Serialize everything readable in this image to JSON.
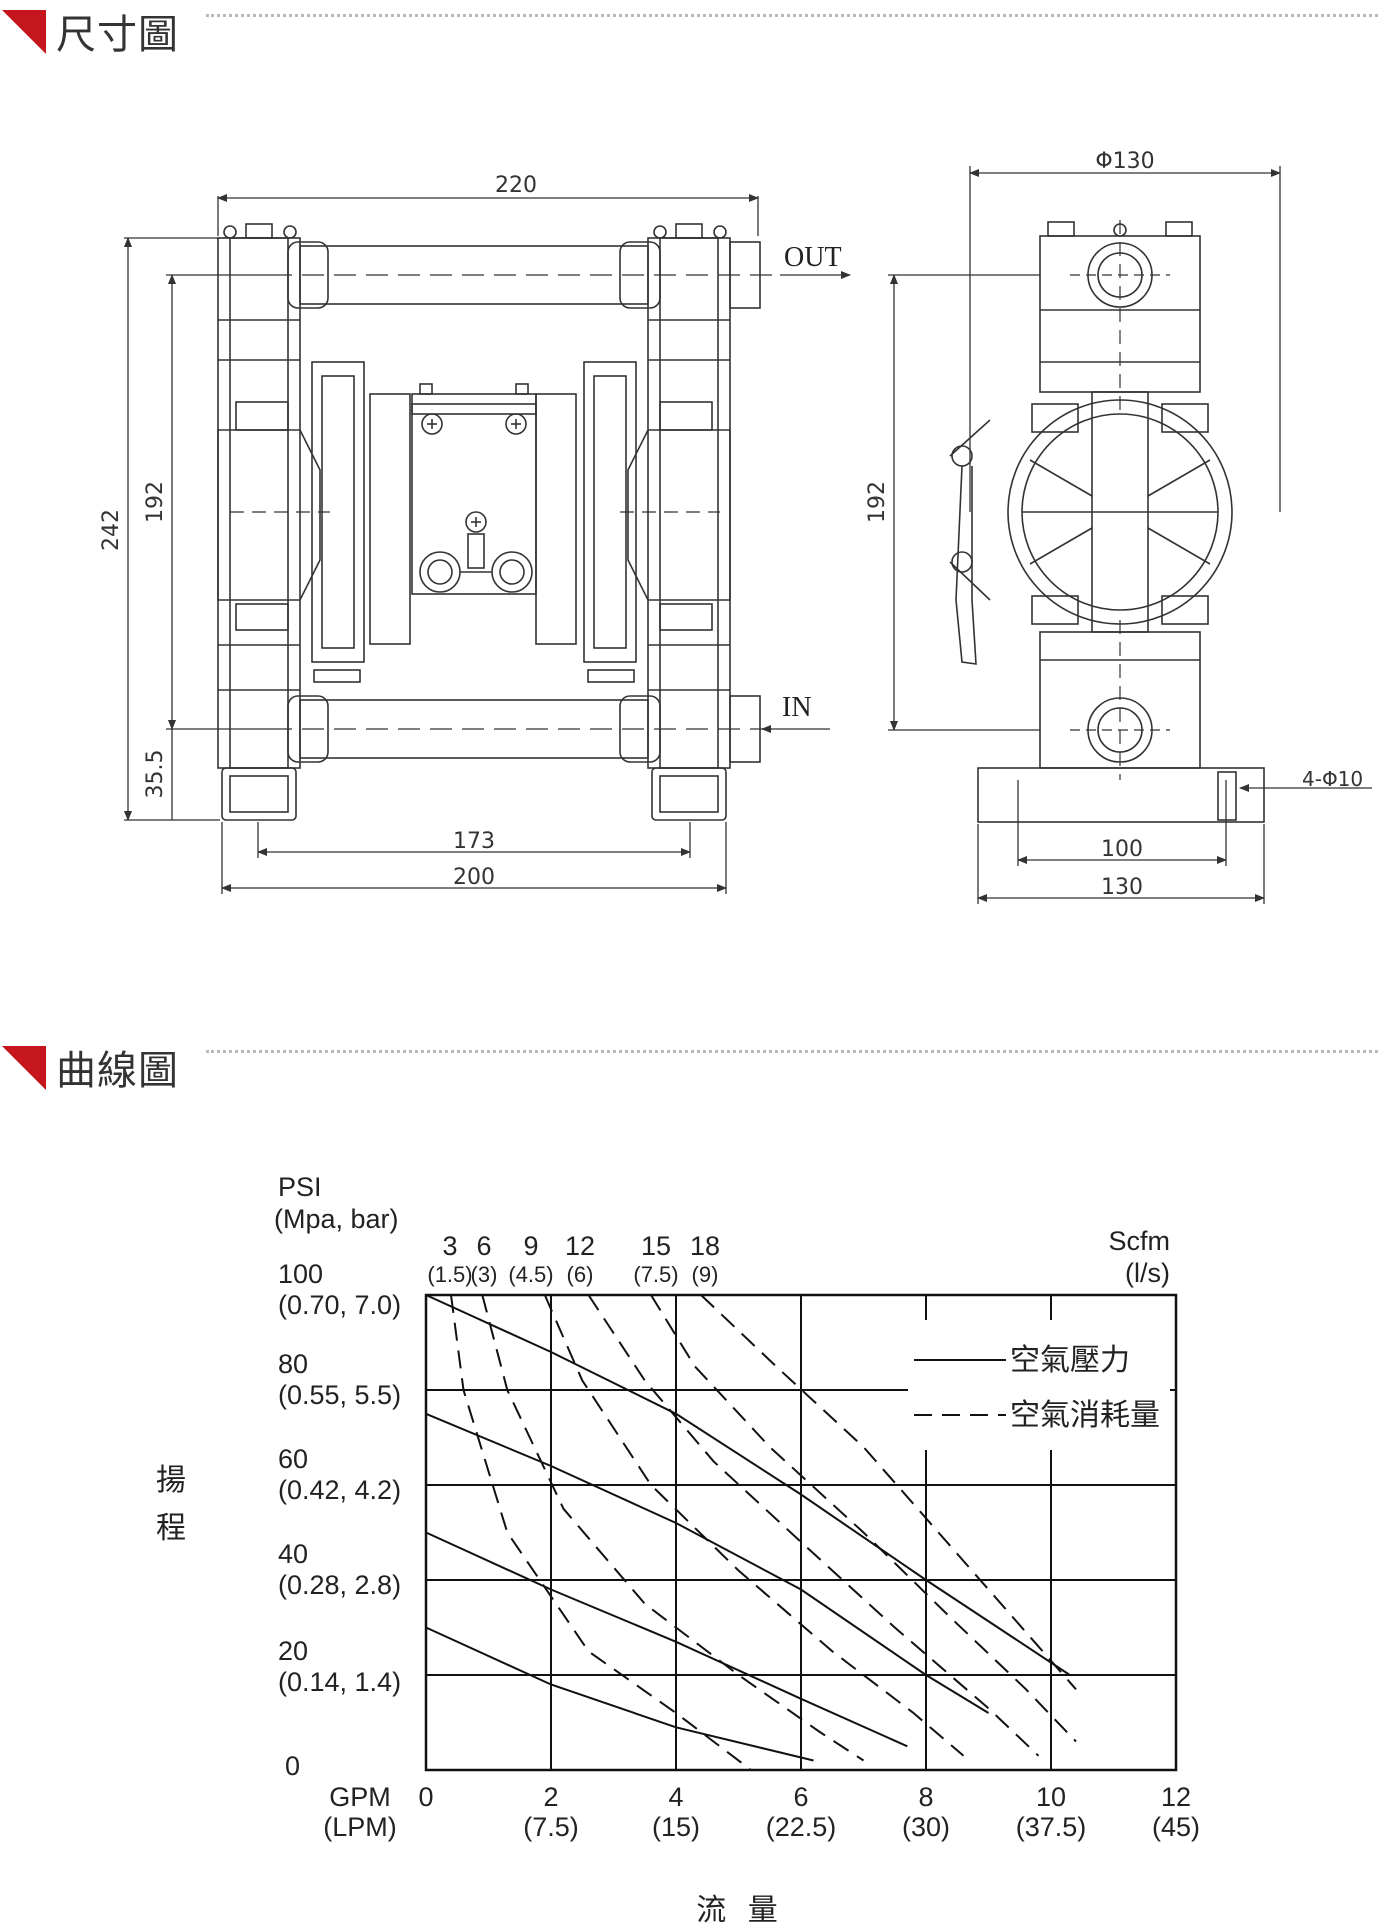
{
  "sections": [
    {
      "title": "尺寸圖"
    },
    {
      "title": "曲線圖"
    }
  ],
  "drawing": {
    "front_dims": {
      "width_top": "220",
      "height_total": "242",
      "height_inner": "192",
      "height_base": "35.5",
      "base_inner": "173",
      "base_outer": "200"
    },
    "side_dims": {
      "diameter": "Φ130",
      "height_inner": "192",
      "base_inner": "100",
      "base_outer": "130",
      "holes": "4-Φ10"
    },
    "ports": {
      "outlet": "OUT",
      "inlet": "IN"
    }
  },
  "chart_data": {
    "type": "line",
    "ylabel_unit_1": "PSI",
    "ylabel_unit_2": "(Mpa, bar)",
    "ylabel": "揚程",
    "xlabel": "流 量",
    "xunit_1": "GPM",
    "xunit_2": "(LPM)",
    "air_unit_1": "Scfm",
    "air_unit_2": "(l/s)",
    "yticks": [
      {
        "v": "100",
        "s": "(0.70, 7.0)"
      },
      {
        "v": "80",
        "s": "(0.55, 5.5)"
      },
      {
        "v": "60",
        "s": "(0.42, 4.2)"
      },
      {
        "v": "40",
        "s": "(0.28, 2.8)"
      },
      {
        "v": "20",
        "s": "(0.14, 1.4)"
      },
      {
        "v": "0",
        "s": ""
      }
    ],
    "xticks": [
      {
        "v": "0",
        "s": ""
      },
      {
        "v": "2",
        "s": "(7.5)"
      },
      {
        "v": "4",
        "s": "(15)"
      },
      {
        "v": "6",
        "s": "(22.5)"
      },
      {
        "v": "8",
        "s": "(30)"
      },
      {
        "v": "10",
        "s": "(37.5)"
      },
      {
        "v": "12",
        "s": "(45)"
      }
    ],
    "air_ticks": [
      {
        "v": "3",
        "s": "(1.5)"
      },
      {
        "v": "6",
        "s": "(3)"
      },
      {
        "v": "9",
        "s": "(4.5)"
      },
      {
        "v": "12",
        "s": "(6)"
      },
      {
        "v": "15",
        "s": "(7.5)"
      },
      {
        "v": "18",
        "s": "(9)"
      }
    ],
    "xlim": [
      0,
      12
    ],
    "ylim": [
      0,
      100
    ],
    "legend": {
      "solid": "空氣壓力",
      "dashed": "空氣消耗量",
      "position": "top-right"
    },
    "pressure_series": [
      {
        "points": [
          [
            0,
            100
          ],
          [
            2,
            88
          ],
          [
            4,
            75
          ],
          [
            6,
            58
          ],
          [
            8,
            40
          ],
          [
            10.3,
            20
          ]
        ]
      },
      {
        "points": [
          [
            0,
            75
          ],
          [
            2,
            64
          ],
          [
            4,
            52
          ],
          [
            6,
            38
          ],
          [
            8,
            20
          ],
          [
            9,
            12
          ]
        ]
      },
      {
        "points": [
          [
            0,
            50
          ],
          [
            2,
            38
          ],
          [
            4,
            27
          ],
          [
            6,
            15
          ],
          [
            7.7,
            5
          ]
        ]
      },
      {
        "points": [
          [
            0,
            30
          ],
          [
            2,
            18
          ],
          [
            4,
            9
          ],
          [
            6.2,
            2
          ]
        ]
      }
    ],
    "air_series": [
      {
        "name": "3",
        "points": [
          [
            0.4,
            100
          ],
          [
            0.6,
            80
          ],
          [
            1.3,
            50
          ],
          [
            2.6,
            25
          ],
          [
            4,
            12
          ],
          [
            5.2,
            0
          ]
        ]
      },
      {
        "name": "6",
        "points": [
          [
            0.9,
            100
          ],
          [
            1.3,
            80
          ],
          [
            2.2,
            55
          ],
          [
            3.5,
            35
          ],
          [
            5,
            20
          ],
          [
            6.3,
            8
          ],
          [
            7,
            2
          ]
        ]
      },
      {
        "name": "9",
        "points": [
          [
            1.9,
            100
          ],
          [
            2.5,
            82
          ],
          [
            3.6,
            60
          ],
          [
            5,
            42
          ],
          [
            6.5,
            25
          ],
          [
            7.8,
            12
          ],
          [
            8.6,
            3
          ]
        ]
      },
      {
        "name": "12",
        "points": [
          [
            2.6,
            100
          ],
          [
            3.5,
            82
          ],
          [
            4.6,
            65
          ],
          [
            6,
            48
          ],
          [
            7.5,
            30
          ],
          [
            9,
            13
          ],
          [
            9.8,
            3
          ]
        ]
      },
      {
        "name": "15",
        "points": [
          [
            3.6,
            100
          ],
          [
            4.3,
            85
          ],
          [
            5.5,
            68
          ],
          [
            7,
            50
          ],
          [
            8.4,
            32
          ],
          [
            9.6,
            17
          ],
          [
            10.4,
            6
          ]
        ]
      },
      {
        "name": "18",
        "points": [
          [
            4.4,
            100
          ],
          [
            5.6,
            85
          ],
          [
            7,
            68
          ],
          [
            8.2,
            50
          ],
          [
            9.4,
            32
          ],
          [
            10.4,
            17
          ]
        ]
      }
    ]
  }
}
